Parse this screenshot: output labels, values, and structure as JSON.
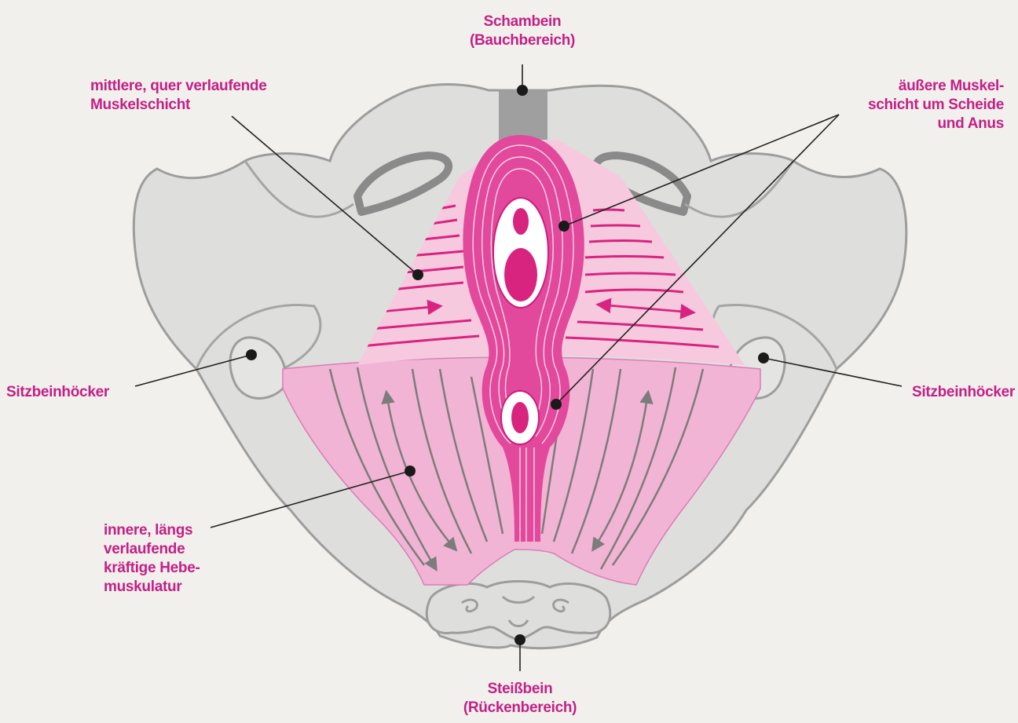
{
  "colors": {
    "background": "#f1f0ec",
    "bone": "#dededd",
    "bone_outline": "#9d9d9d",
    "muscle_light": "#f3bdd9",
    "muscle_mid": "#ee9ccb",
    "muscle_dark": "#d8237f",
    "label": "#c41f86",
    "arrow_gray": "#7c7c7c",
    "leader": "#222222"
  },
  "labels": {
    "pubis": {
      "lines": [
        "Schambein",
        "(Bauchbereich)"
      ]
    },
    "middle_layer": {
      "lines": [
        "mittlere, quer verlaufende",
        "Muskelschicht"
      ]
    },
    "outer_layer": {
      "lines": [
        "äußere Muskel-",
        "schicht um Scheide",
        "und Anus"
      ]
    },
    "ischial_left": {
      "lines": [
        "Sitzbeinhöcker"
      ]
    },
    "ischial_right": {
      "lines": [
        "Sitzbeinhöcker"
      ]
    },
    "inner_layer": {
      "lines": [
        "innere, längs",
        "verlaufende",
        "kräftige Hebe-",
        "muskulatur"
      ]
    },
    "coccyx": {
      "lines": [
        "Steißbein",
        "(Rückenbereich)"
      ]
    }
  }
}
